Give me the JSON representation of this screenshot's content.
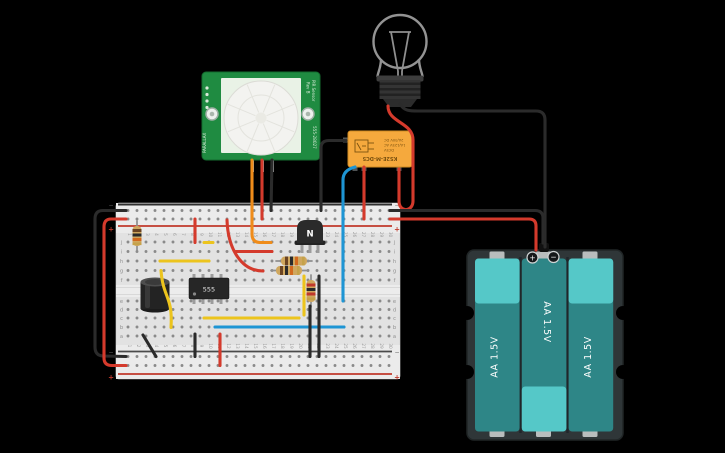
{
  "canvas": {
    "background": "#000000"
  },
  "breadboard": {
    "row_letters_top": [
      "j",
      "i",
      "h",
      "g",
      "f"
    ],
    "row_letters_bottom": [
      "e",
      "d",
      "c",
      "b",
      "a"
    ],
    "column_count": 30,
    "plus": "+",
    "minus": "−"
  },
  "pir_sensor": {
    "title": "PIR Sensor",
    "revision": "Rev B",
    "part_number": "555-28027",
    "brand": "PARALLAX"
  },
  "relay": {
    "part_number": "KS2E-M-DC5",
    "ratings": [
      "DC5V",
      "1A/125V AC",
      "2A/30V DC"
    ]
  },
  "timer_ic": {
    "label": "555"
  },
  "transistor": {
    "label": "N"
  },
  "battery_pack": {
    "cells": [
      "AA 1.5V",
      "AA 1.5V",
      "AA 1.5V"
    ],
    "plus": "+",
    "minus": "−"
  },
  "resistors": {
    "r1": {
      "bands": [
        "brown",
        "black",
        "orange",
        "gold"
      ]
    },
    "r2": {
      "bands": [
        "brown",
        "black",
        "orange",
        "gold"
      ]
    },
    "r3": {
      "bands": [
        "brown",
        "black",
        "orange",
        "gold"
      ]
    },
    "r4": {
      "bands": [
        "red",
        "black",
        "red",
        "gold"
      ]
    }
  },
  "wires": [
    {
      "name": "wire-pir-signal",
      "color": "orange"
    },
    {
      "name": "wire-pir-power",
      "color": "red"
    },
    {
      "name": "wire-pir-ground",
      "color": "black"
    },
    {
      "name": "wire-relay-coil",
      "color": "black"
    },
    {
      "name": "wire-relay-contact",
      "color": "blue"
    },
    {
      "name": "wire-relay-power",
      "color": "red"
    },
    {
      "name": "wire-bulb-to-relay",
      "color": "red"
    },
    {
      "name": "wire-bulb-to-battery",
      "color": "black"
    },
    {
      "name": "wire-negrail-to-battery",
      "color": "black"
    },
    {
      "name": "wire-posrail-to-battery",
      "color": "red"
    },
    {
      "name": "wire-left-neg-jumper",
      "color": "black"
    },
    {
      "name": "wire-left-pos-jumper",
      "color": "red"
    },
    {
      "name": "wire-jumper-red-col8",
      "color": "red"
    },
    {
      "name": "wire-jumper-yellow-row-j",
      "color": "yellow"
    },
    {
      "name": "wire-jumper-yellow-row-h",
      "color": "yellow"
    },
    {
      "name": "wire-jumper-yellow-curve",
      "color": "yellow"
    },
    {
      "name": "wire-jumper-red-curve",
      "color": "red"
    },
    {
      "name": "wire-jumper-red-row-i",
      "color": "red"
    },
    {
      "name": "wire-jumper-yellow-row-c",
      "color": "yellow"
    },
    {
      "name": "wire-jumper-blue-row-b",
      "color": "blue"
    },
    {
      "name": "wire-jumper-yellow-col20",
      "color": "yellow"
    },
    {
      "name": "wire-jumper-black-col21",
      "color": "black"
    },
    {
      "name": "wire-jumper-black-col22",
      "color": "black"
    },
    {
      "name": "wire-jumper-red-col10",
      "color": "red"
    },
    {
      "name": "wire-jumper-black-col8",
      "color": "black"
    },
    {
      "name": "wire-jumper-black-diagonal",
      "color": "black"
    }
  ],
  "colors": {
    "wire": {
      "red": "#d43a2c",
      "black": "#2b2b2b",
      "orange": "#ef8c1a",
      "yellow": "#ecc41d",
      "blue": "#1e95d4"
    },
    "bands": {
      "brown": "#6b4423",
      "black": "#2a2a2a",
      "orange": "#d2691e",
      "gold": "#c5a24a",
      "red": "#c0392b"
    },
    "breadboard_body": "#e2e2e2",
    "rail_red": "#c0392b",
    "rail_black": "#2e2e2e",
    "pir_green": "#1f8b41",
    "relay_orange": "#f5a93d",
    "battery_teal": "#2e8687",
    "battery_teal_light": "#55c8c8",
    "battery_case": "#2f3638"
  }
}
